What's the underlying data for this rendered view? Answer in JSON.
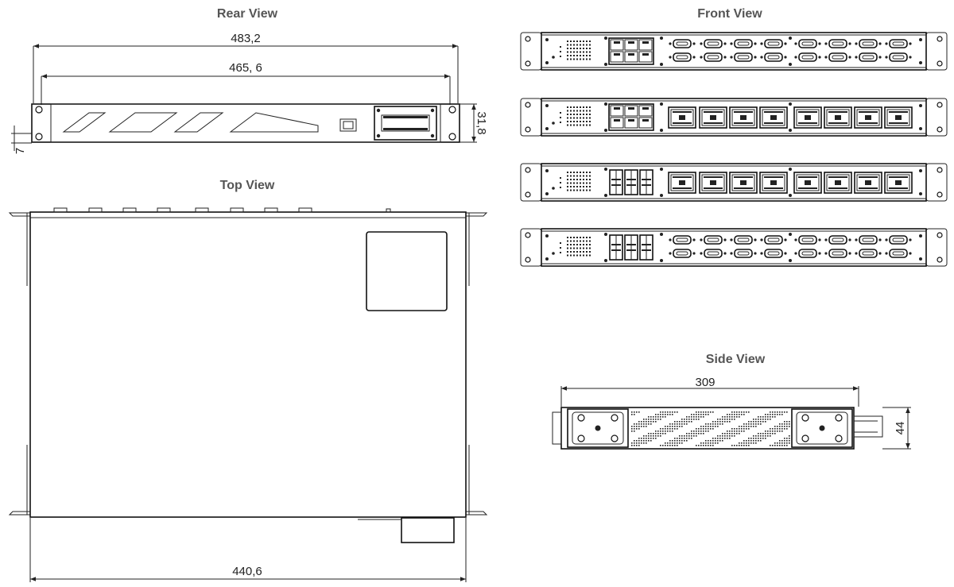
{
  "views": {
    "rear": {
      "title": "Rear View",
      "dim_overall_width": "483,2",
      "dim_inner_width": "465, 6",
      "dim_height": "31,8",
      "dim_offset": "7"
    },
    "front": {
      "title": "Front View",
      "unit_variants": 4
    },
    "top": {
      "title": "Top View",
      "dim_depth_width": "440,6"
    },
    "side": {
      "title": "Side View",
      "dim_length": "309",
      "dim_height": "44"
    }
  },
  "colors": {
    "line": "#222222",
    "title": "#555555",
    "background": "#ffffff"
  }
}
